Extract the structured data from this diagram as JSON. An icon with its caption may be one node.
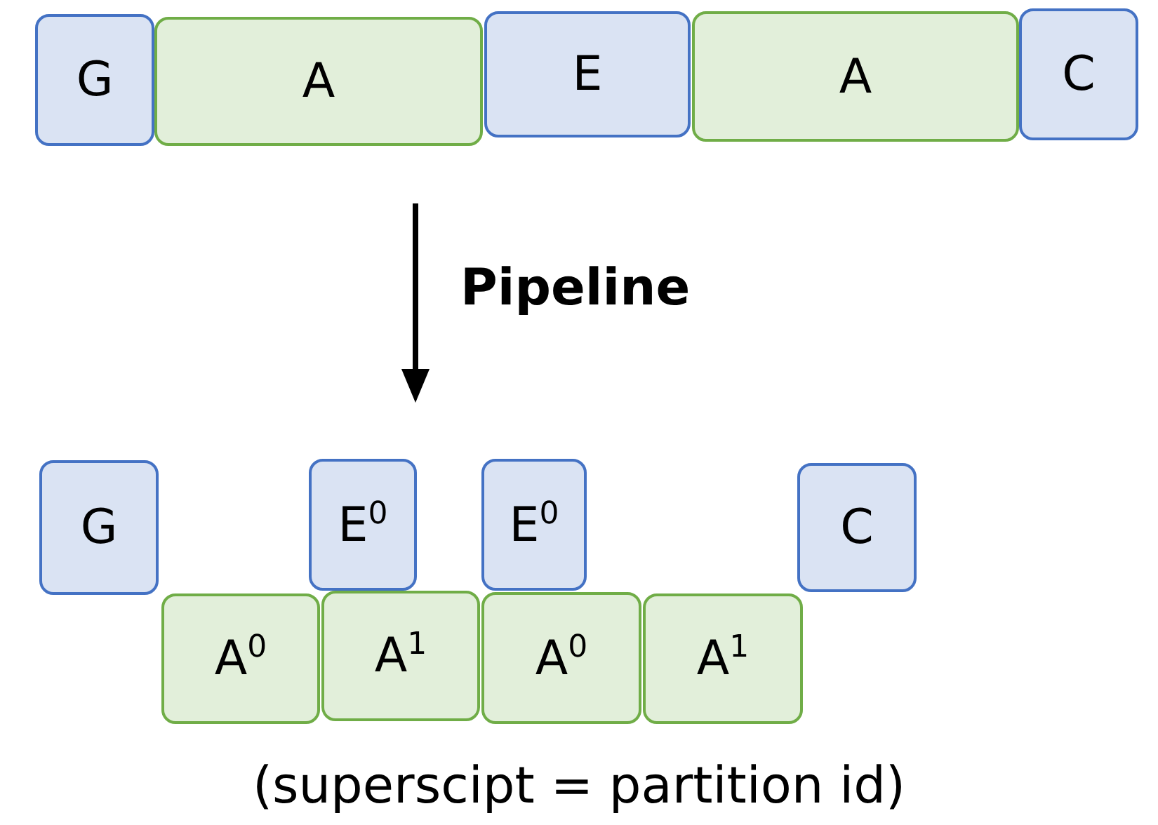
{
  "diagram": {
    "nodes": [
      {
        "text": [
          "G"
        ]
      },
      {
        "text": [
          "A"
        ]
      },
      {
        "text": [
          "E"
        ]
      },
      {
        "text": [
          "A"
        ]
      },
      {
        "text": [
          "C"
        ]
      },
      {
        "text": [
          "G"
        ]
      },
      {
        "text": [
          "E$^{0}$"
        ]
      },
      {
        "text": [
          "E$^{0}$"
        ]
      },
      {
        "text": [
          "C"
        ]
      },
      {
        "text": [
          "A$^{0}$"
        ]
      },
      {
        "text": [
          "A$^{1}$"
        ]
      },
      {
        "text": [
          "A$^{0}$"
        ]
      },
      {
        "text": [
          "A$^{1}$"
        ]
      }
    ],
    "edges": [],
    "labels": [
      "Pipeline",
      "(superscipt = partition id)"
    ]
  }
}
